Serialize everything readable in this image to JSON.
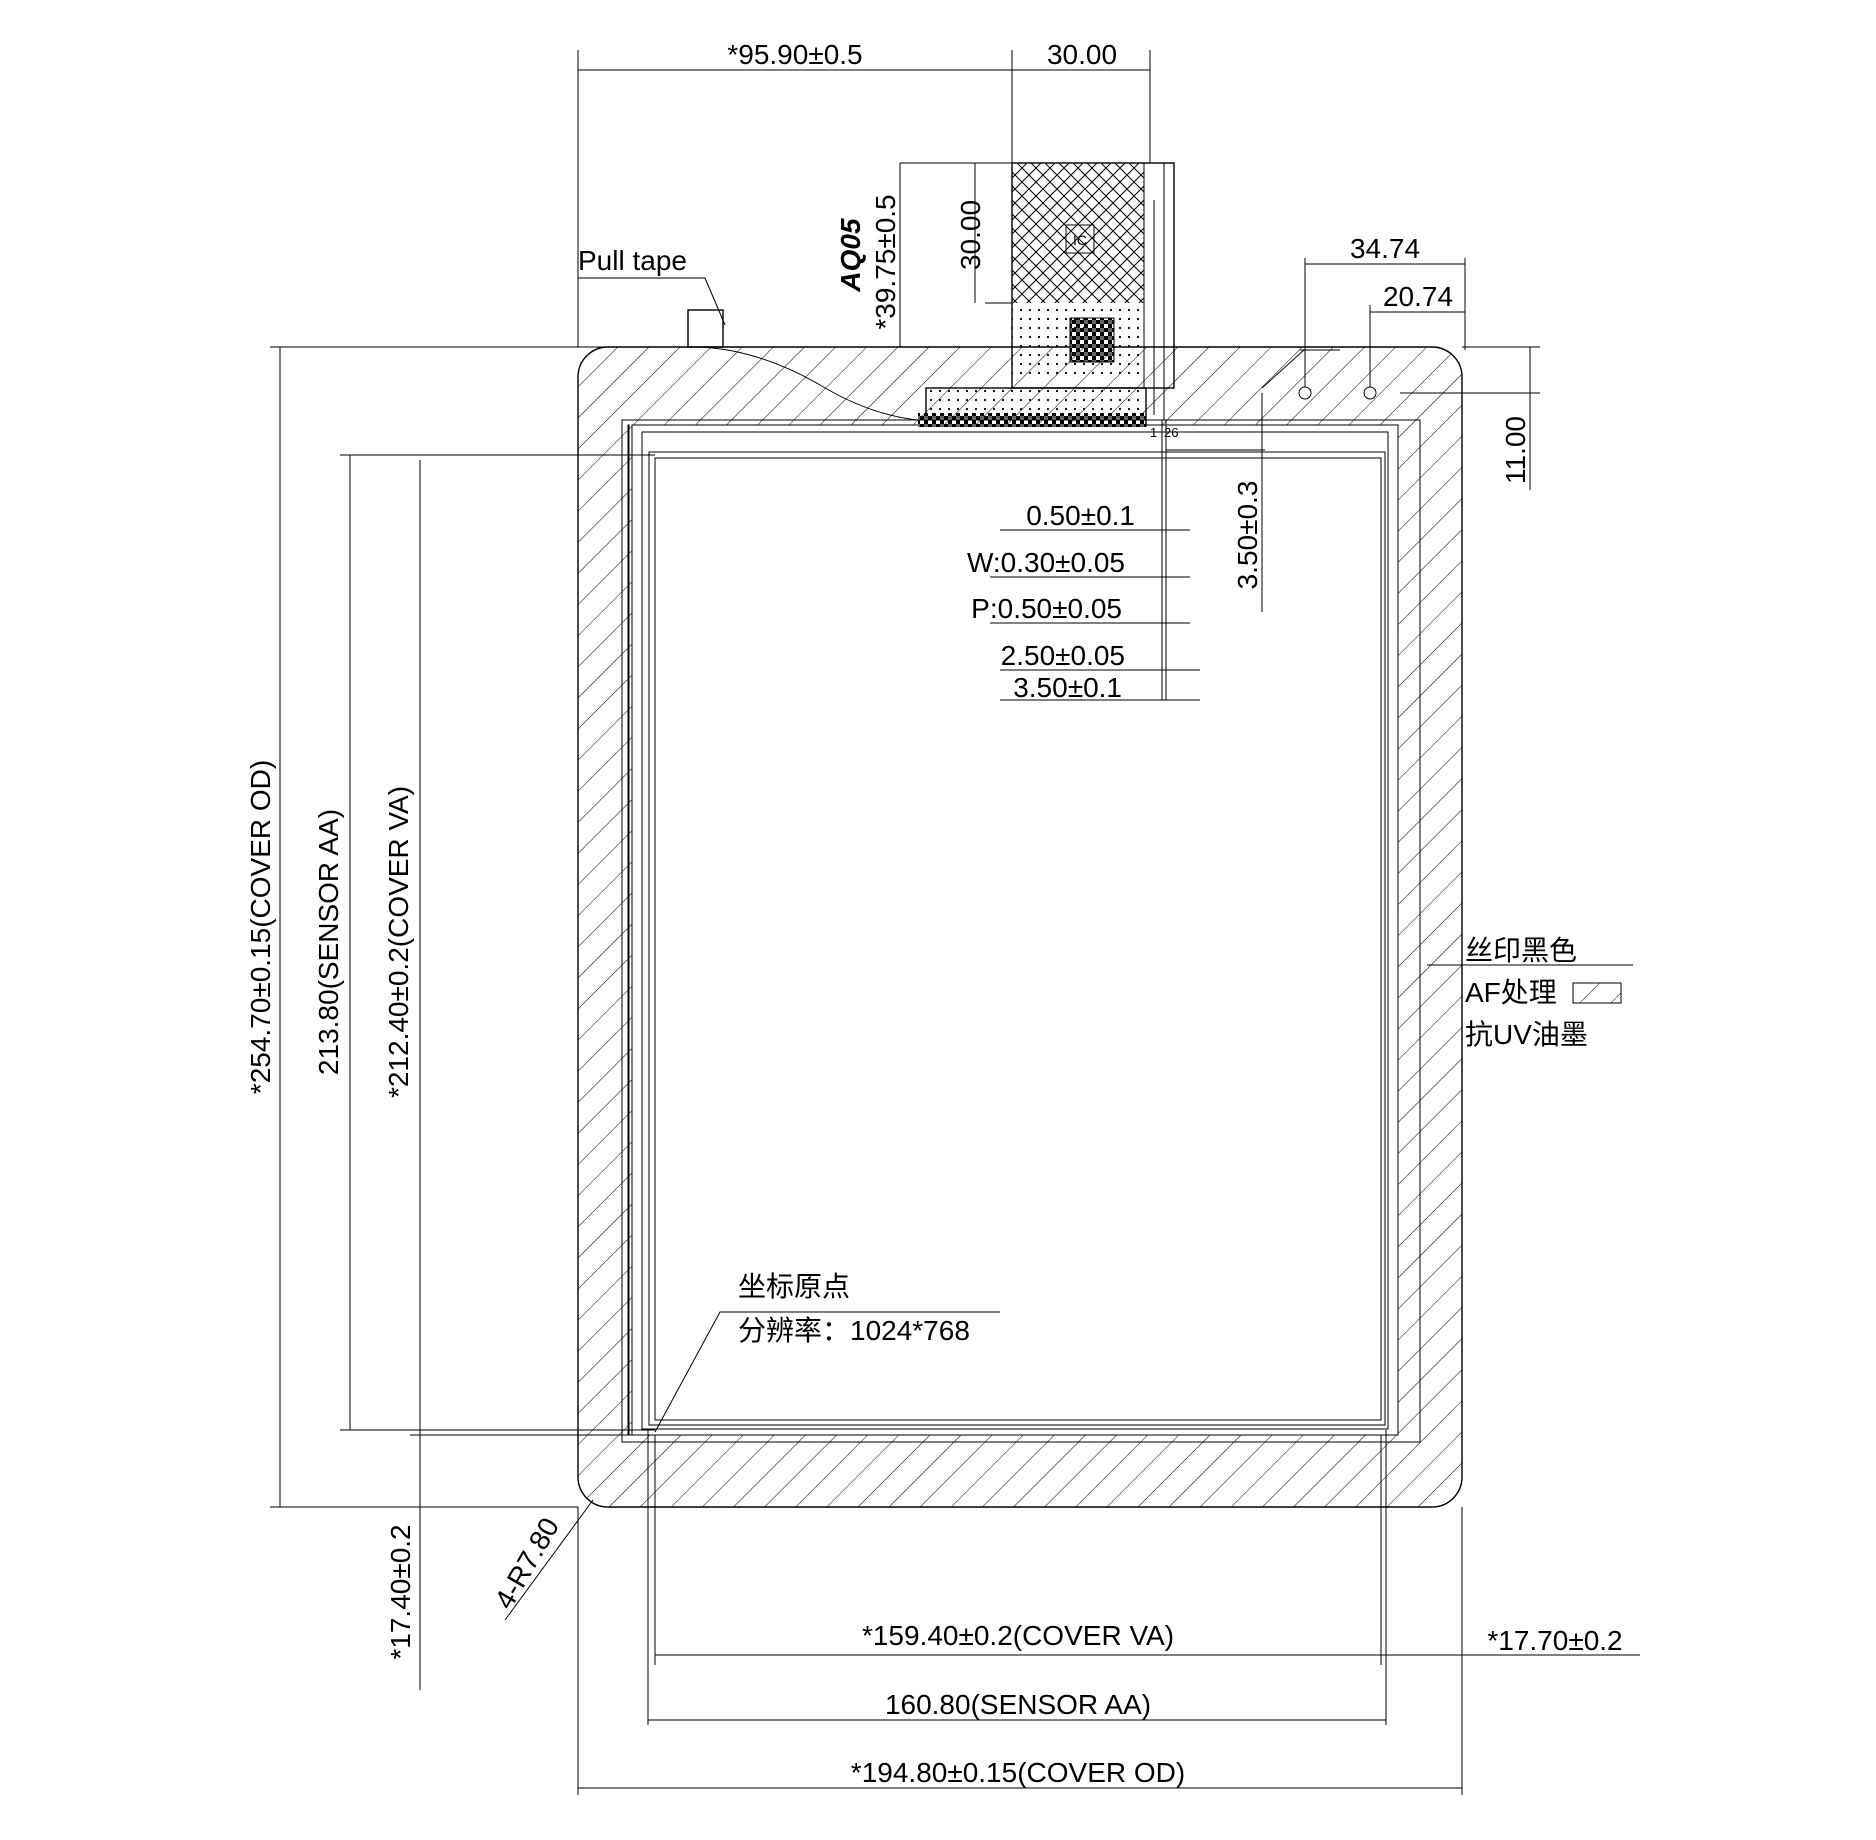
{
  "dimensions": {
    "top_width_to_fpc": "*95.90±0.5",
    "fpc_width": "30.00",
    "fpc_length": "30.00",
    "fpc_total_length": "*39.75±0.5",
    "hole_offset_1": "34.74",
    "hole_offset_2": "20.74",
    "hole_top_offset": "11.00",
    "pitch_offset": "0.50±0.1",
    "trace_width": "W:0.30±0.05",
    "trace_pitch": "P:0.50±0.05",
    "pad_length_1": "2.50±0.05",
    "pad_length_2": "3.50±0.1",
    "tail_length": "3.50±0.3",
    "cover_od_height": "*254.70±0.15(COVER OD)",
    "sensor_aa_height": "213.80(SENSOR AA)",
    "cover_va_height": "*212.40±0.2(COVER VA)",
    "bottom_margin": "*17.40±0.2",
    "corner_radius": "4-R7.80",
    "cover_va_width": "*159.40±0.2(COVER VA)",
    "right_margin": "*17.70±0.2",
    "sensor_aa_width": "160.80(SENSOR AA)",
    "cover_od_width": "*194.80±0.15(COVER OD)"
  },
  "labels": {
    "pull_tape": "Pull tape",
    "fpc_code": "AQ05",
    "ic": "IC",
    "pin_one": "1",
    "pin_last": "26",
    "silk_line1": "丝印黑色",
    "silk_line2": "AF处理",
    "silk_line3": "抗UV油墨",
    "origin_line1": "坐标原点",
    "origin_line2": "分辨率：1024*768"
  }
}
